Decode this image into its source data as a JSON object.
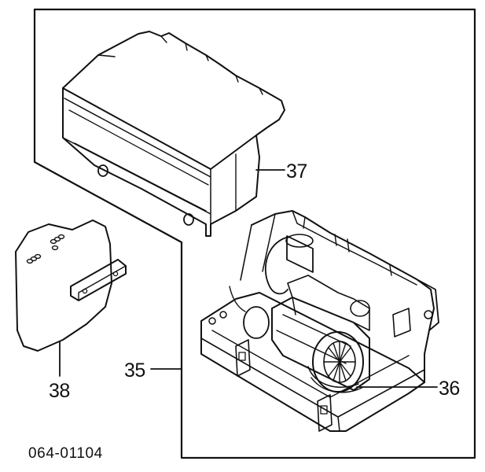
{
  "callouts": {
    "part_35": "35",
    "part_36": "36",
    "part_37": "37",
    "part_38": "38"
  },
  "diagram_code": "064-01104",
  "colors": {
    "ink": "#111111",
    "paper": "#ffffff"
  }
}
